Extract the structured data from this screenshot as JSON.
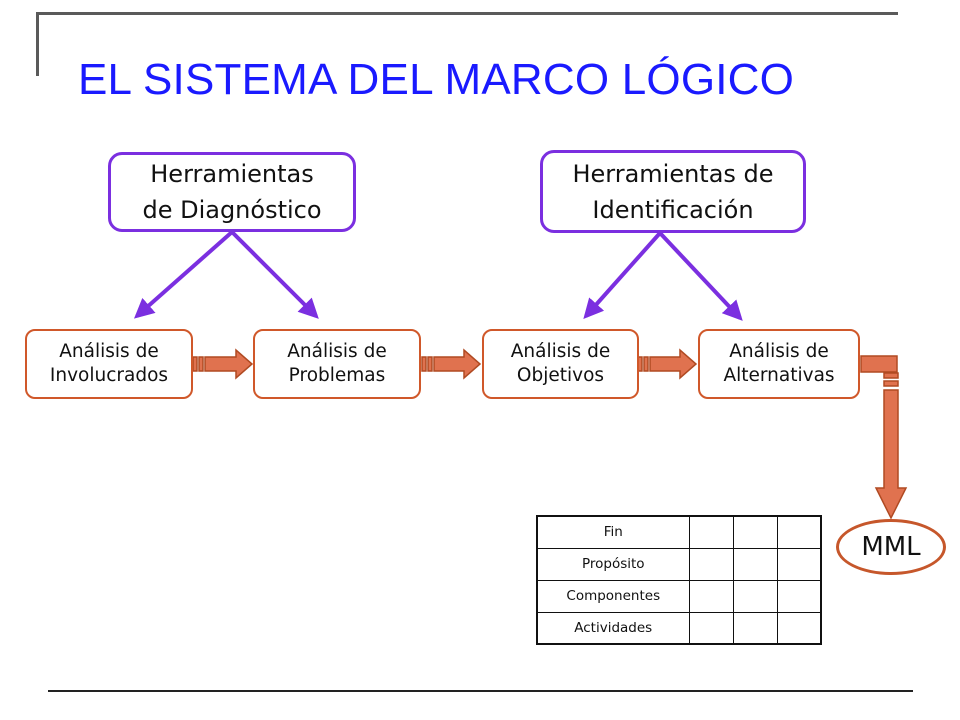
{
  "title": "EL SISTEMA DEL MARCO LÓGICO",
  "tools": {
    "diagnostico": "Herramientas\nde Diagnóstico",
    "identificacion": "Herramientas de\nIdentificación"
  },
  "steps": {
    "involucrados": "Análisis de\nInvolucrados",
    "problemas": "Análisis de\nProblemas",
    "objetivos": "Análisis de\nObjetivos",
    "alternativas": "Análisis de\nAlternativas"
  },
  "mml": "MML",
  "matrix": {
    "rows": [
      "Fin",
      "Propósito",
      "Componentes",
      "Actividades"
    ]
  },
  "colors": {
    "title": "#1a1aff",
    "tool_border": "#7b2fe0",
    "step_border": "#d0582a",
    "arrow_fill": "#e0724f"
  }
}
